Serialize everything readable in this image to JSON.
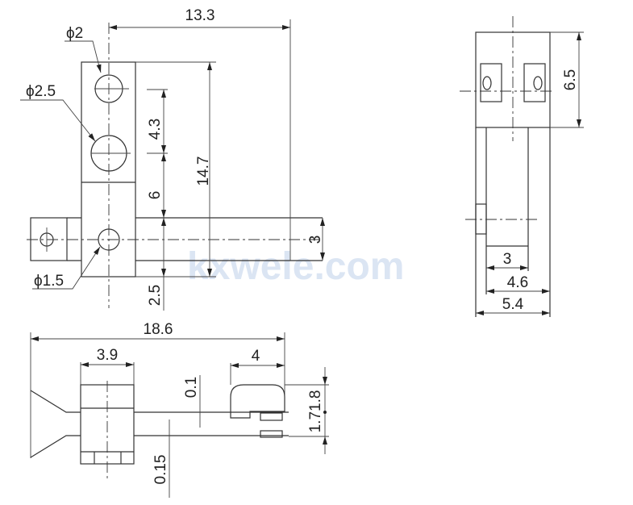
{
  "watermark": "kxwele.com",
  "top_view": {
    "dim_width": "13.3",
    "dim_height": "14.7",
    "dim_hole_pitch": "4.3",
    "dim_mid": "6",
    "dim_bottom": "2.5",
    "dim_bracket": "3",
    "hole_small": "ϕ2",
    "hole_large": "ϕ2.5",
    "hole_mount": "ϕ1.5"
  },
  "front_view": {
    "dim_total_length": "18.6",
    "dim_block_width": "3.9",
    "dim_cap_width": "4",
    "dim_gap": "0.1",
    "dim_lead_thickness": "0.15",
    "dim_heights": "1.71.8"
  },
  "side_view": {
    "dim_height": "6.5",
    "dim_inner": "3",
    "dim_mid": "4.6",
    "dim_outer": "5.4"
  },
  "colors": {
    "line": "#333333",
    "watermark": "#dbe5f3"
  }
}
